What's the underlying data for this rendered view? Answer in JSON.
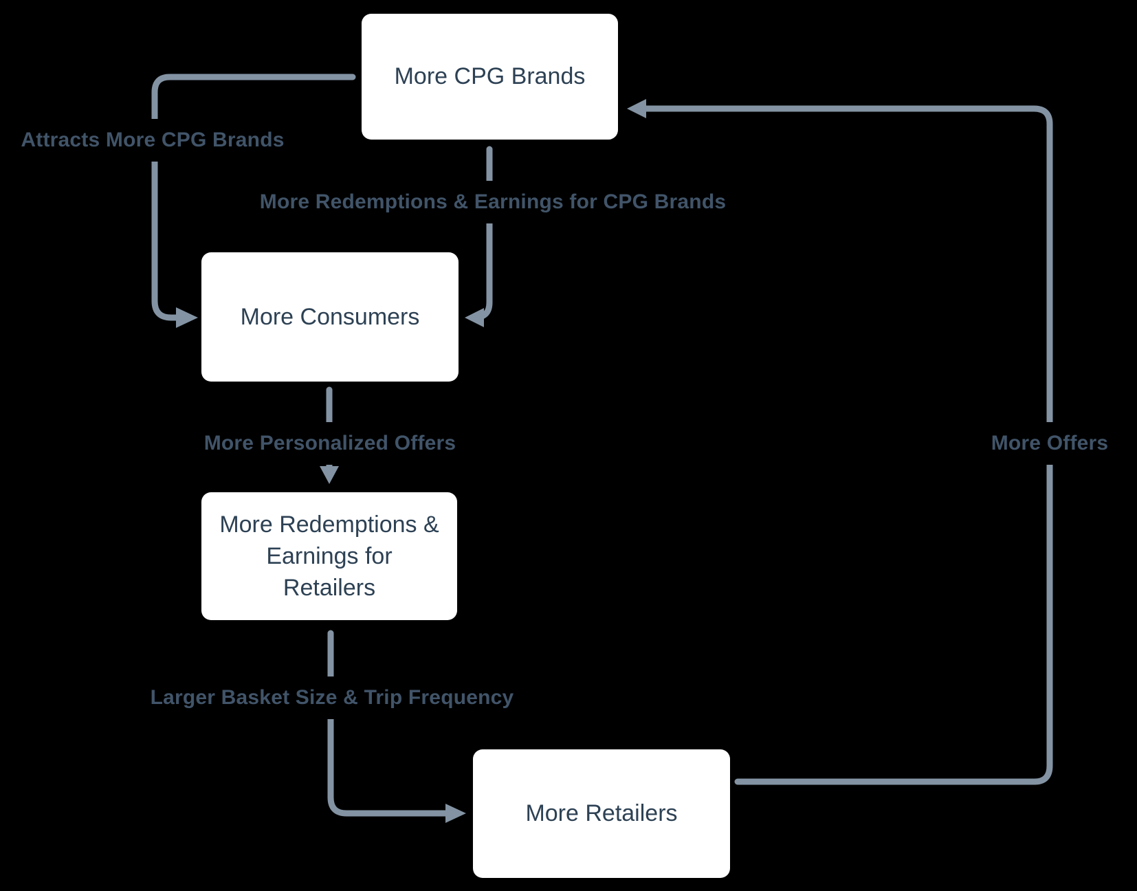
{
  "diagram": {
    "title_hidden": "",
    "background": "#000000",
    "colors": {
      "connector": "#8393a3",
      "edge_label_text": "#415469",
      "node_text": "#2d4154",
      "node_background": "#ffffff"
    },
    "nodes": {
      "cpg_brands": {
        "label": "More CPG Brands"
      },
      "consumers": {
        "label": "More Consumers"
      },
      "retailer_earnings": {
        "label": [
          "More Redemptions &",
          "Earnings for",
          "Retailers"
        ]
      },
      "retailers": {
        "label": "More Retailers"
      }
    },
    "edges": [
      {
        "from": "cpg_brands",
        "to": "consumers",
        "label": "Attracts More CPG Brands"
      },
      {
        "from": "cpg_brands",
        "to": "consumers",
        "label": "More Redemptions & Earnings for CPG Brands"
      },
      {
        "from": "consumers",
        "to": "retailer_earnings",
        "label": "More Personalized Offers"
      },
      {
        "from": "retailer_earnings",
        "to": "retailers",
        "label": "Larger Basket Size & Trip Frequency"
      },
      {
        "from": "retailers",
        "to": "cpg_brands",
        "label": "More Offers"
      }
    ]
  }
}
